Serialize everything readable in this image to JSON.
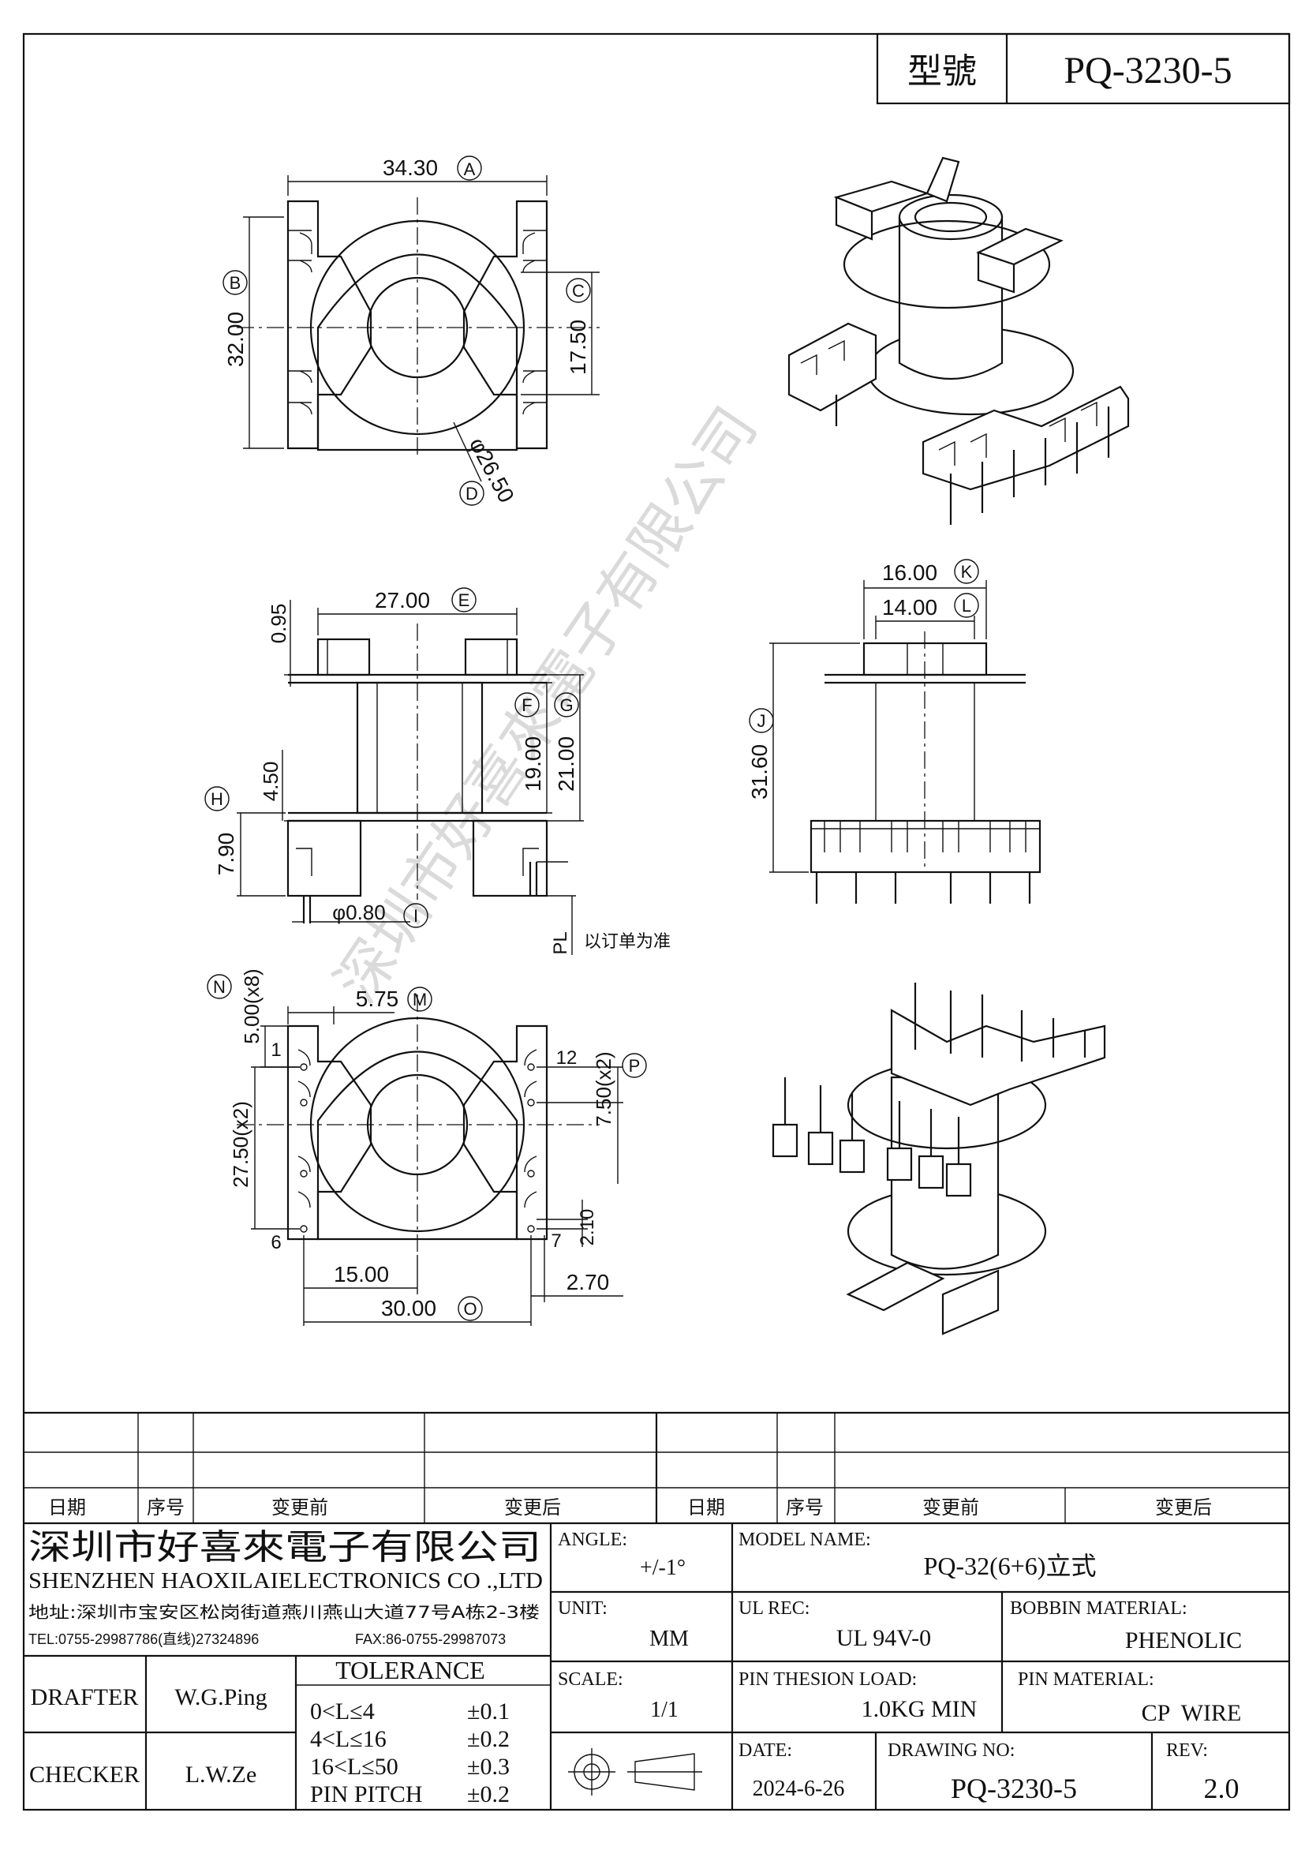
{
  "title_block_top": {
    "model_label": "型號",
    "model_value": "PQ-3230-5"
  },
  "views": {
    "top": {
      "dims": {
        "a": "34.30",
        "b": "32.00",
        "c": "17.50",
        "d": "φ26.50"
      },
      "tags": {
        "a": "A",
        "b": "B",
        "c": "C",
        "d": "D"
      }
    },
    "front": {
      "dims": {
        "e": "27.00",
        "f": "19.00",
        "g": "21.00",
        "h": "7.90",
        "flange_t": "0.95",
        "base_h": "4.50",
        "pin_d": "φ0.80",
        "pl": "PL"
      },
      "tags": {
        "e": "E",
        "f": "F",
        "g": "G",
        "h": "H",
        "i": "I"
      },
      "pl_note": "以订单为准"
    },
    "side": {
      "dims": {
        "k": "16.00",
        "l": "14.00",
        "j": "31.60"
      },
      "tags": {
        "k": "K",
        "l": "L",
        "j": "J"
      }
    },
    "bottom": {
      "dims": {
        "n": "5.00(x8)",
        "m": "5.75",
        "p": "7.50(x2)",
        "q": "27.50(x2)",
        "r": "2.10",
        "s": "15.00",
        "o": "30.00",
        "t": "2.70"
      },
      "tags": {
        "n": "N",
        "m": "M",
        "p": "P",
        "o": "O"
      },
      "pins": {
        "p1": "1",
        "p12": "12",
        "p6": "6",
        "p7": "7"
      }
    }
  },
  "watermark": "深圳市好喜來電子有限公司",
  "revision_table": {
    "headers_left": [
      "日期",
      "序号",
      "变更前",
      "变更后"
    ],
    "headers_right": [
      "日期",
      "序号",
      "变更前",
      "变更后"
    ]
  },
  "company": {
    "name_cn": "深圳市好喜來電子有限公司",
    "name_en": "SHENZHEN HAOXILAIELECTRONICS CO .,LTD",
    "address": "地址:深圳市宝安区松岗街道燕川燕山大道77号A栋2-3楼",
    "tel": "TEL:0755-29987786(直线)27324896",
    "fax": "FAX:86-0755-29987073"
  },
  "fields": {
    "angle_label": "ANGLE:",
    "angle_value": "+/-1°",
    "unit_label": "UNIT:",
    "unit_value": "MM",
    "scale_label": "SCALE:",
    "scale_value": "1/1",
    "model_name_label": "MODEL NAME:",
    "model_name_value": "PQ-32(6+6)立式",
    "ul_rec_label": "UL REC:",
    "ul_rec_value": "UL 94V-0",
    "bobbin_label": "BOBBIN MATERIAL:",
    "bobbin_value": "PHENOLIC",
    "pin_load_label": "PIN THESION LOAD:",
    "pin_load_value": "1.0KG MIN",
    "pin_mat_label": "PIN MATERIAL:",
    "pin_mat_value": "CP  WIRE",
    "date_label": "DATE:",
    "date_value": "2024-6-26",
    "drawing_no_label": "DRAWING NO:",
    "drawing_no_value": "PQ-3230-5",
    "rev_label": "REV:",
    "rev_value": "2.0",
    "drafter_label": "DRAFTER",
    "drafter_value": "W.G.Ping",
    "checker_label": "CHECKER",
    "checker_value": "L.W.Ze"
  },
  "tolerance": {
    "title": "TOLERANCE",
    "rows": [
      {
        "range": "0<L≤4",
        "value": "±0.1"
      },
      {
        "range": "4<L≤16",
        "value": "±0.2"
      },
      {
        "range": "16<L≤50",
        "value": "±0.3"
      },
      {
        "range": "PIN PITCH",
        "value": "±0.2"
      }
    ]
  }
}
